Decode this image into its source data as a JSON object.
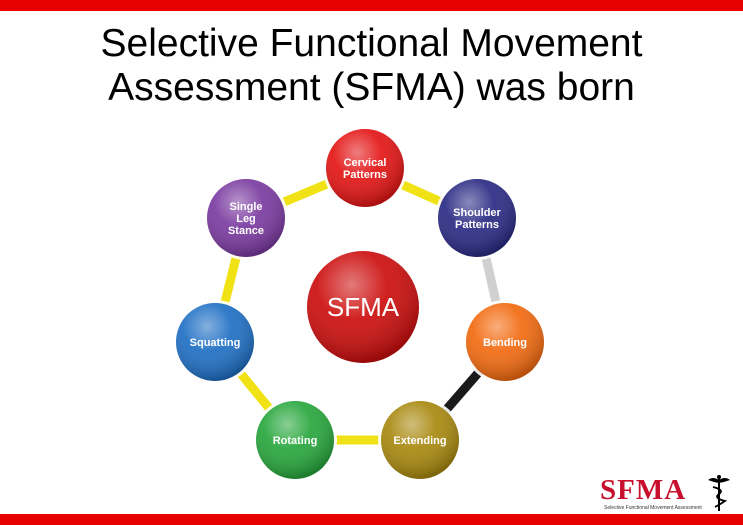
{
  "slide": {
    "title_line1": "Selective Functional Movement",
    "title_line2": "Assessment (SFMA) was born"
  },
  "diagram": {
    "center": {
      "label": "SFMA",
      "color": "#cc0d0d"
    },
    "nodes": [
      {
        "id": "cervical",
        "lines": [
          "Cervical",
          "Patterns"
        ],
        "color": "#e31414"
      },
      {
        "id": "shoulder",
        "lines": [
          "Shoulder",
          "Patterns"
        ],
        "color": "#2a2a84"
      },
      {
        "id": "bending",
        "lines": [
          "Bending"
        ],
        "color": "#f26a10"
      },
      {
        "id": "extending",
        "lines": [
          "Extending"
        ],
        "color": "#a8880e"
      },
      {
        "id": "rotating",
        "lines": [
          "Rotating"
        ],
        "color": "#27a63c"
      },
      {
        "id": "squatting",
        "lines": [
          "Squatting"
        ],
        "color": "#1f6fc4"
      },
      {
        "id": "single-leg-stance",
        "lines": [
          "Single",
          "Leg",
          "Stance"
        ],
        "color": "#7a3aa0"
      }
    ],
    "ring_colors": {
      "main": "#f0e214",
      "shoulder_to_bending": "#d0d0d0",
      "bending_to_extending": "#1a1a1a"
    }
  },
  "logo": {
    "word": "SFMA",
    "subtitle": "Selective Functional Movement Assessment",
    "color": "#c8102e"
  }
}
